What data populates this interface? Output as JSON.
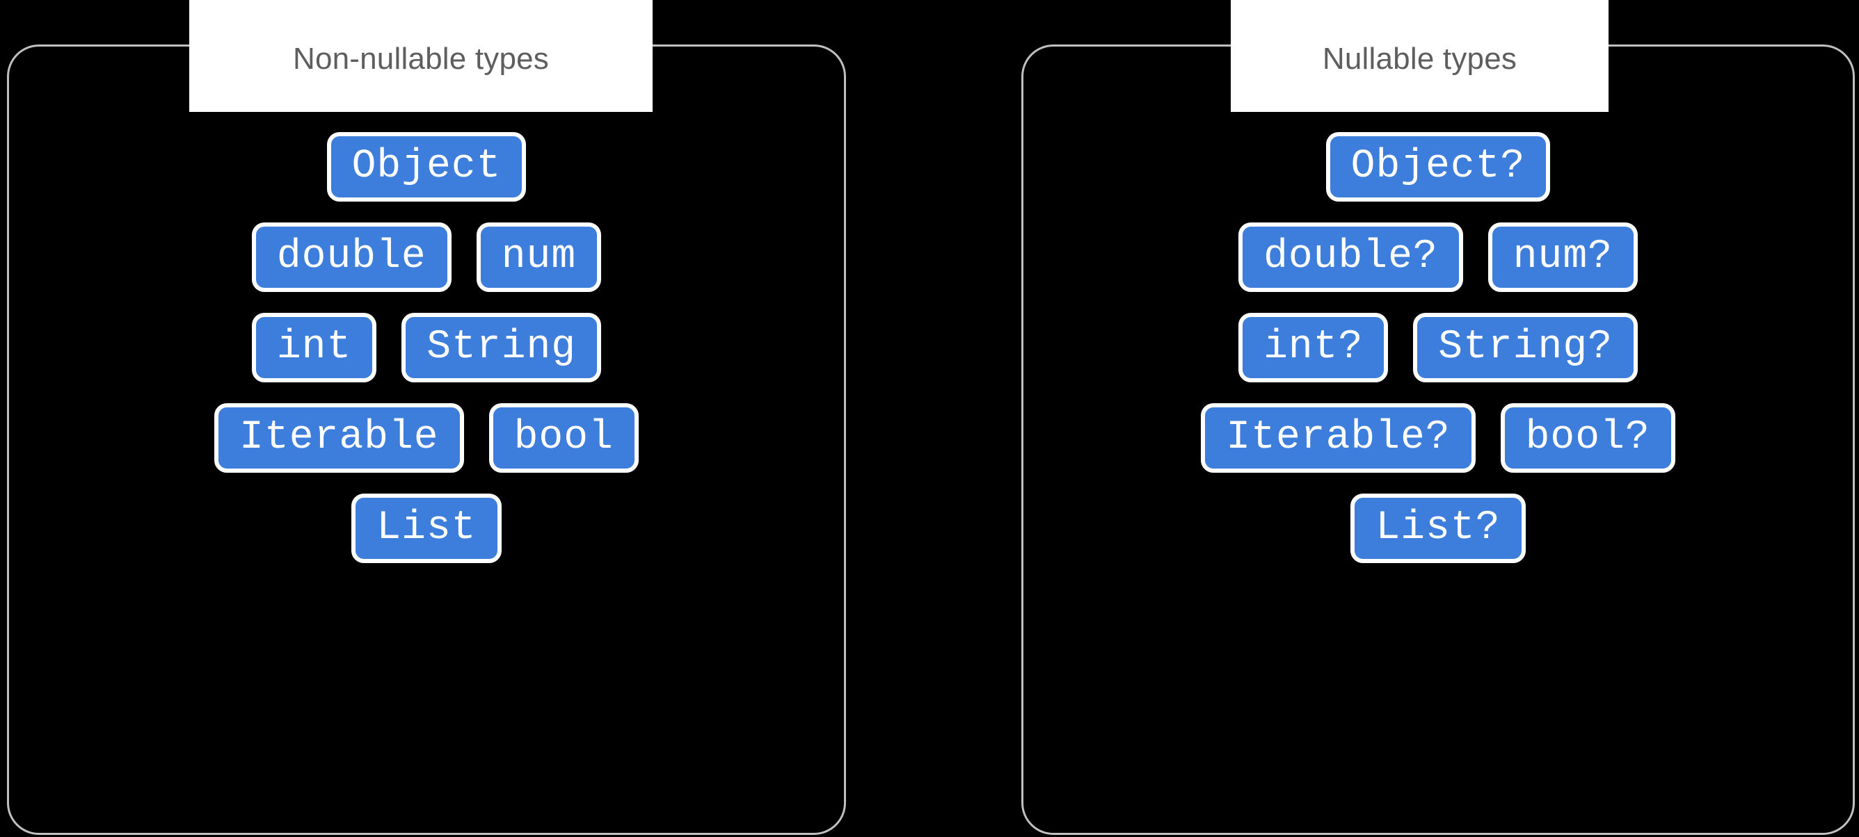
{
  "background_color": "#000000",
  "panel_border_color": "#c0c0c0",
  "chip_fill_color": "#3d7ddb",
  "chip_border_color": "#ffffff",
  "chip_text_color": "#ffffff",
  "title_text_color": "#5e5e5e",
  "title_background_color": "#ffffff",
  "panels": [
    {
      "id": "non-nullable",
      "title": "Non-nullable types",
      "rows": [
        {
          "chips": [
            {
              "label": "Object"
            }
          ]
        },
        {
          "chips": [
            {
              "label": "double"
            },
            {
              "label": "num"
            }
          ]
        },
        {
          "chips": [
            {
              "label": "int"
            },
            {
              "label": "String"
            }
          ]
        },
        {
          "chips": [
            {
              "label": "Iterable"
            },
            {
              "label": "bool"
            }
          ]
        },
        {
          "chips": [
            {
              "label": "List"
            }
          ]
        }
      ]
    },
    {
      "id": "nullable",
      "title": "Nullable types",
      "rows": [
        {
          "chips": [
            {
              "label": "Object?"
            }
          ]
        },
        {
          "chips": [
            {
              "label": "double?"
            },
            {
              "label": "num?"
            }
          ]
        },
        {
          "chips": [
            {
              "label": "int?"
            },
            {
              "label": "String?"
            }
          ]
        },
        {
          "chips": [
            {
              "label": "Iterable?"
            },
            {
              "label": "bool?"
            }
          ]
        },
        {
          "chips": [
            {
              "label": "List?"
            }
          ]
        }
      ]
    }
  ]
}
